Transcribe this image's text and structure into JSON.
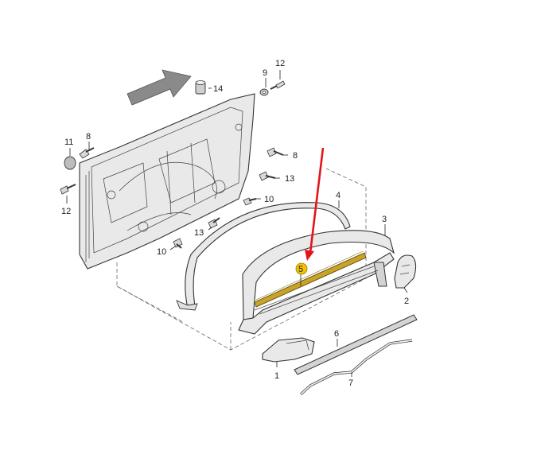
{
  "diagram": {
    "callouts": {
      "c1": "1",
      "c2": "2",
      "c3": "3",
      "c4": "4",
      "c5": "5",
      "c6": "6",
      "c7": "7",
      "c8a": "8",
      "c8b": "8",
      "c9": "9",
      "c10a": "10",
      "c10b": "10",
      "c11": "11",
      "c12a": "12",
      "c12b": "12",
      "c13a": "13",
      "c13b": "13",
      "c14": "14"
    },
    "colors": {
      "highlight_part": "#c9a227",
      "highlight_badge": "#f2c200",
      "pointer_arrow": "#e3141b",
      "direction_arrow": "#7a7a7a"
    },
    "icons": {
      "direction": "direction-arrow-icon",
      "pointer": "red-pointer-arrow-icon"
    }
  }
}
